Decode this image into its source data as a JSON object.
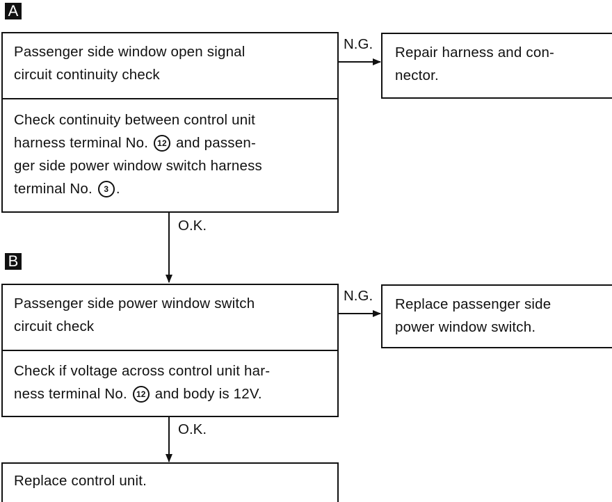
{
  "step_a": {
    "marker": "A",
    "title_lines": [
      "Passenger side window open signal",
      "circuit continuity check"
    ],
    "body": {
      "line1": "Check continuity between control unit",
      "line2_pre": "harness terminal No.",
      "line2_num": "12",
      "line2_post": "and passen-",
      "line3": "ger side power window switch harness",
      "line4_pre": "terminal No.",
      "line4_num": "3",
      "line4_post": "."
    },
    "ng_label": "N.G.",
    "ng_result_lines": [
      "Repair harness and con-",
      "nector."
    ],
    "ok_label": "O.K."
  },
  "step_b": {
    "marker": "B",
    "title_lines": [
      "Passenger side power window switch",
      "circuit check"
    ],
    "body": {
      "line1": "Check if voltage across control unit har-",
      "line2_pre": "ness terminal No.",
      "line2_num": "12",
      "line2_post": "and body is 12V."
    },
    "ng_label": "N.G.",
    "ng_result_lines": [
      "Replace passenger side",
      "power window switch."
    ],
    "ok_label": "O.K."
  },
  "final_step": {
    "text": "Replace control unit."
  }
}
